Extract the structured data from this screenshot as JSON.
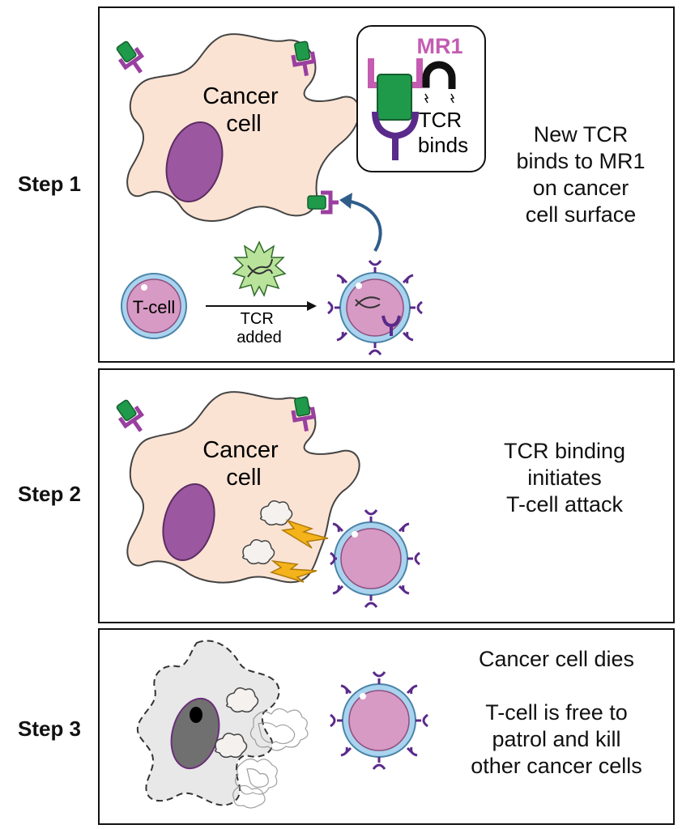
{
  "steps": [
    {
      "label": "Step 1",
      "description_lines": [
        "New TCR",
        "binds to MR1",
        "on cancer",
        "cell surface"
      ],
      "cancer_cell_label_lines": [
        "Cancer",
        "cell"
      ],
      "inset": {
        "title": "MR1",
        "caption_lines": [
          "TCR",
          "binds"
        ],
        "magnet_icon": "magnet-icon"
      },
      "tcell_label": "T-cell",
      "arrow_label_lines": [
        "TCR",
        "added"
      ],
      "dna_icon": "dna-icon"
    },
    {
      "label": "Step 2",
      "description_lines": [
        "TCR binding",
        "initiates",
        "T-cell attack"
      ],
      "cancer_cell_label_lines": [
        "Cancer",
        "cell"
      ],
      "attack_icon": "lightning-bolt-icon"
    },
    {
      "label": "Step 3",
      "description_lines": [
        "Cancer cell dies",
        "",
        "T-cell is free to",
        "patrol and kill",
        "other cancer cells"
      ]
    }
  ],
  "colors": {
    "cancer_cell_fill": "#fbe3d3",
    "nucleus": "#9b57a0",
    "mr1_receptor": "#9a3fa0",
    "tcr_green": "#1f9a4a",
    "tcell_outer": "#a9d3ee",
    "tcell_inner": "#d79ac4",
    "tcr_purple": "#5a2a8a",
    "mr1_title": "#c45cb1",
    "arrow_blue": "#2f5d8a",
    "bolt": "#f4b31a",
    "dead_cell": "#e8e8e8",
    "dead_nucleus": "#707070"
  }
}
